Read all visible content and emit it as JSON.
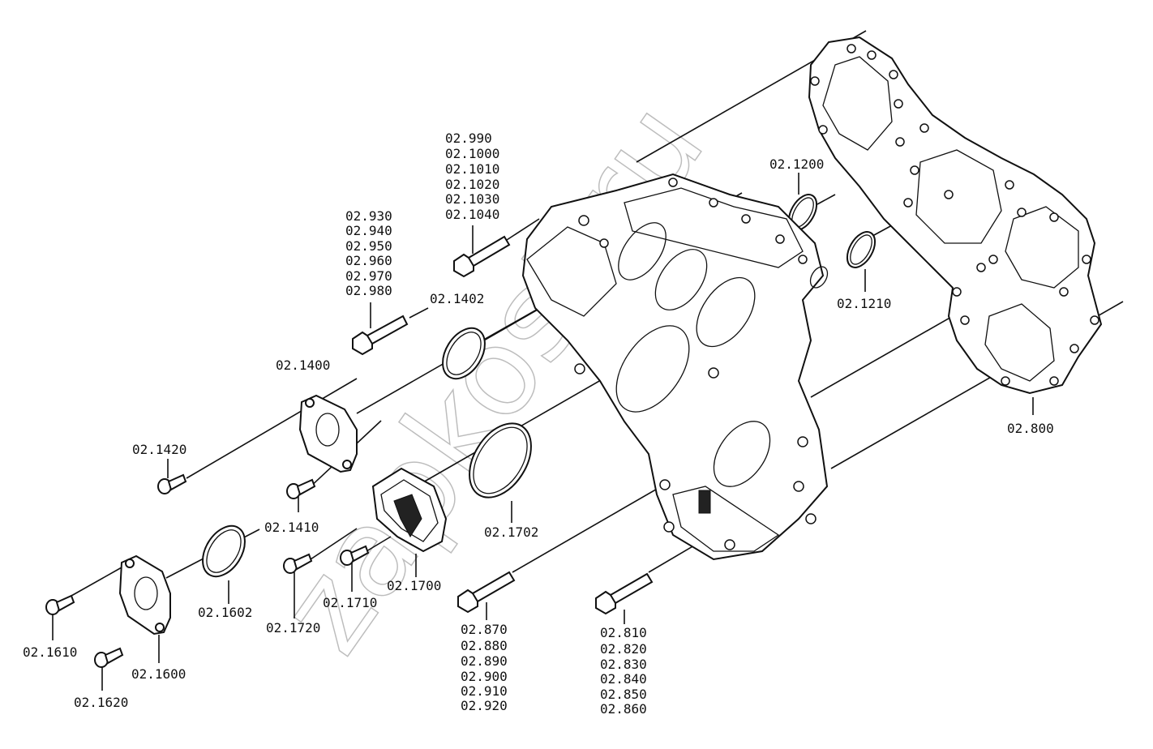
{
  "watermark": "zapkost.ru",
  "labels": {
    "l990": "02.990",
    "l1000": "02.1000",
    "l1010": "02.1010",
    "l1020": "02.1020",
    "l1030": "02.1030",
    "l1040": "02.1040",
    "l930": "02.930",
    "l940": "02.940",
    "l950": "02.950",
    "l960": "02.960",
    "l970": "02.970",
    "l980": "02.980",
    "l1402": "02.1402",
    "l1200": "02.1200",
    "l1210": "02.1210",
    "l800": "02.800",
    "l1400": "02.1400",
    "l1420": "02.1420",
    "l1410": "02.1410",
    "l1702": "02.1702",
    "l1700": "02.1700",
    "l1710": "02.1710",
    "l1720": "02.1720",
    "l1602": "02.1602",
    "l1610": "02.1610",
    "l1600": "02.1600",
    "l1620": "02.1620",
    "l870": "02.870",
    "l880": "02.880",
    "l890": "02.890",
    "l900": "02.900",
    "l910": "02.910",
    "l920": "02.920",
    "l810": "02.810",
    "l820": "02.820",
    "l830": "02.830",
    "l840": "02.840",
    "l850": "02.850",
    "l860": "02.860"
  }
}
